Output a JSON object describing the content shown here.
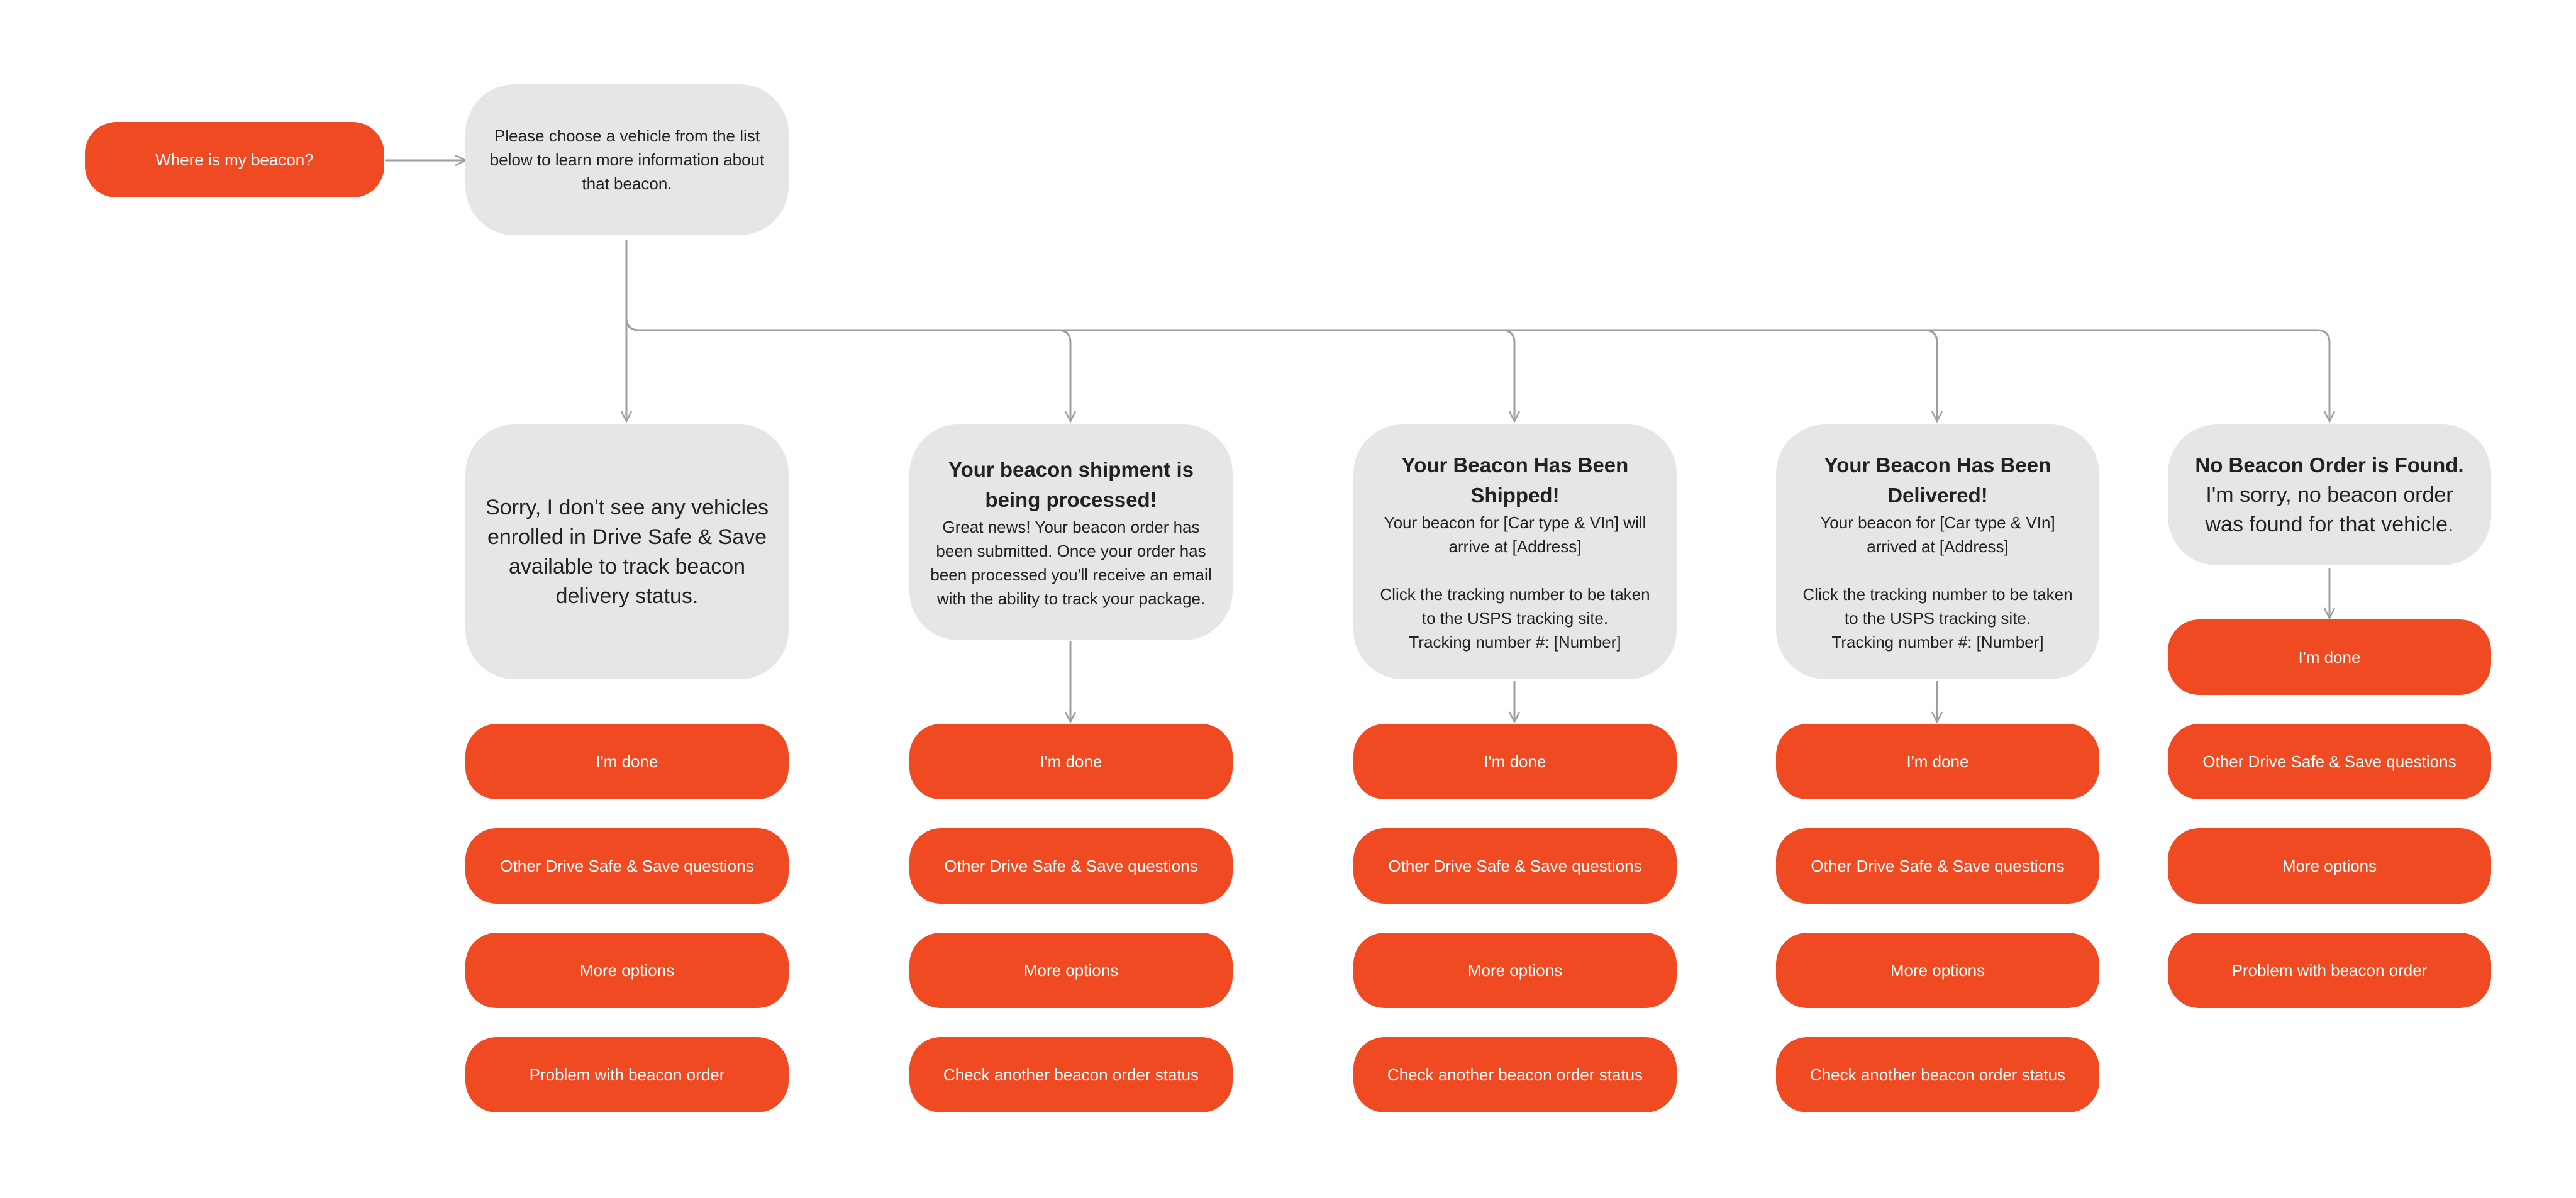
{
  "colors": {
    "accent": "#f04a23",
    "bubble": "#e6e6e6",
    "connector": "#9e9e9e"
  },
  "start": {
    "label": "Where is my beacon?"
  },
  "prompt": {
    "text": "Please choose a vehicle from the list below to learn more information about that beacon."
  },
  "columns": [
    {
      "message": {
        "title": "",
        "body": "Sorry, I don't see any vehicles enrolled in Drive Safe & Save available to track beacon delivery status."
      },
      "options": [
        "I'm done",
        "Other Drive Safe & Save questions",
        "More options",
        "Problem with beacon order"
      ]
    },
    {
      "message": {
        "title": "Your beacon shipment is being processed!",
        "body": "Great news! Your beacon order has been submitted. Once your order has been processed you'll receive an email with the ability to track your package."
      },
      "options": [
        "I'm done",
        "Other Drive Safe & Save questions",
        "More options",
        "Check another beacon order status"
      ]
    },
    {
      "message": {
        "title": "Your Beacon Has Been Shipped!",
        "body": "Your beacon for [Car type & VIn] will arrive at [Address]\n\nClick the tracking number to be taken to the USPS tracking site.\nTracking number #: [Number]"
      },
      "options": [
        "I'm done",
        "Other Drive Safe & Save questions",
        "More options",
        "Check another beacon order status"
      ]
    },
    {
      "message": {
        "title": "Your Beacon Has Been Delivered!",
        "body": "Your beacon for [Car type & VIn] arrived at [Address]\n\nClick the tracking number to be taken to the USPS tracking site.\nTracking number #: [Number]"
      },
      "options": [
        "I'm done",
        "Other Drive Safe & Save questions",
        "More options",
        "Check another beacon order status"
      ]
    },
    {
      "message": {
        "title": "No Beacon Order is Found.",
        "body": "I'm sorry, no beacon order was found for that vehicle."
      },
      "options": [
        "I'm done",
        "Other Drive Safe & Save questions",
        "More options",
        "Problem with beacon order"
      ]
    }
  ]
}
